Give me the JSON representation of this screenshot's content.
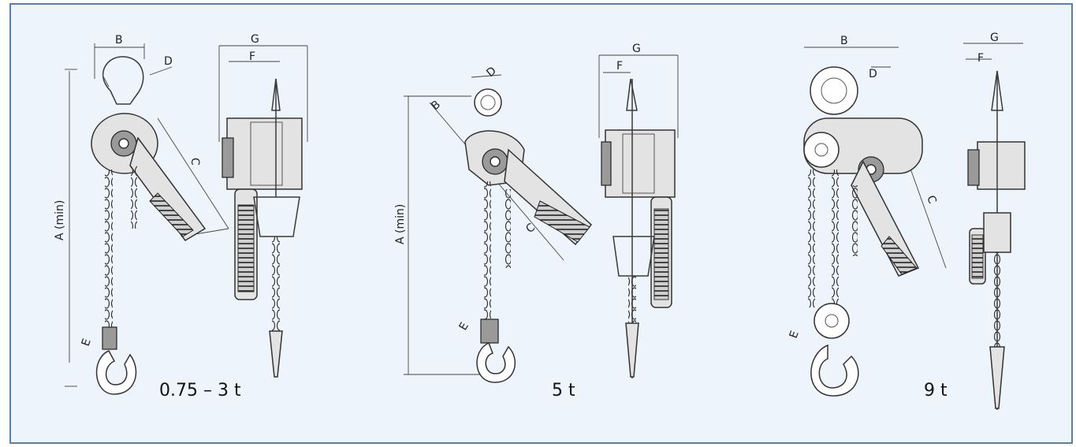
{
  "diagrams": [
    {
      "capacity": "0.75 – 3 t",
      "dims": {
        "a": "A (min)",
        "b": "B",
        "c": "C",
        "d": "D",
        "e": "E",
        "f": "F",
        "g": "G"
      }
    },
    {
      "capacity": "5 t",
      "dims": {
        "a": "A (min)",
        "b": "B",
        "c": "C",
        "d": "D",
        "e": "E",
        "f": "F",
        "g": "G"
      }
    },
    {
      "capacity": "9 t",
      "dims": {
        "b": "B",
        "c": "C",
        "d": "D",
        "e": "E",
        "f": "F",
        "g": "G"
      }
    }
  ],
  "colors": {
    "border": "#5b7fa6",
    "background": "#edf4fb"
  }
}
